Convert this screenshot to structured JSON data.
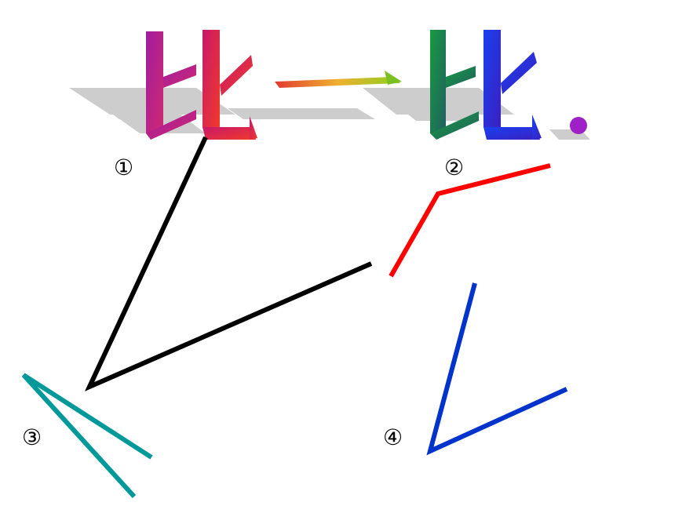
{
  "title": {
    "chars": [
      "比",
      "一",
      "比",
      "."
    ],
    "colors": [
      "#b0208f",
      "#e6a020",
      "#1f8a4a",
      "#8a1fb8"
    ],
    "accent_colors": [
      "#e03060",
      "#7ac020",
      "#2a2ae6",
      "#a02ad0"
    ]
  },
  "labels": {
    "one": "①",
    "two": "②",
    "three": "③",
    "four": "④"
  },
  "angles": [
    {
      "id": "angle-1",
      "color": "#000000"
    },
    {
      "id": "angle-2",
      "color": "#ff0000"
    },
    {
      "id": "angle-3",
      "color": "#009999"
    },
    {
      "id": "angle-4",
      "color": "#0033cc"
    }
  ]
}
